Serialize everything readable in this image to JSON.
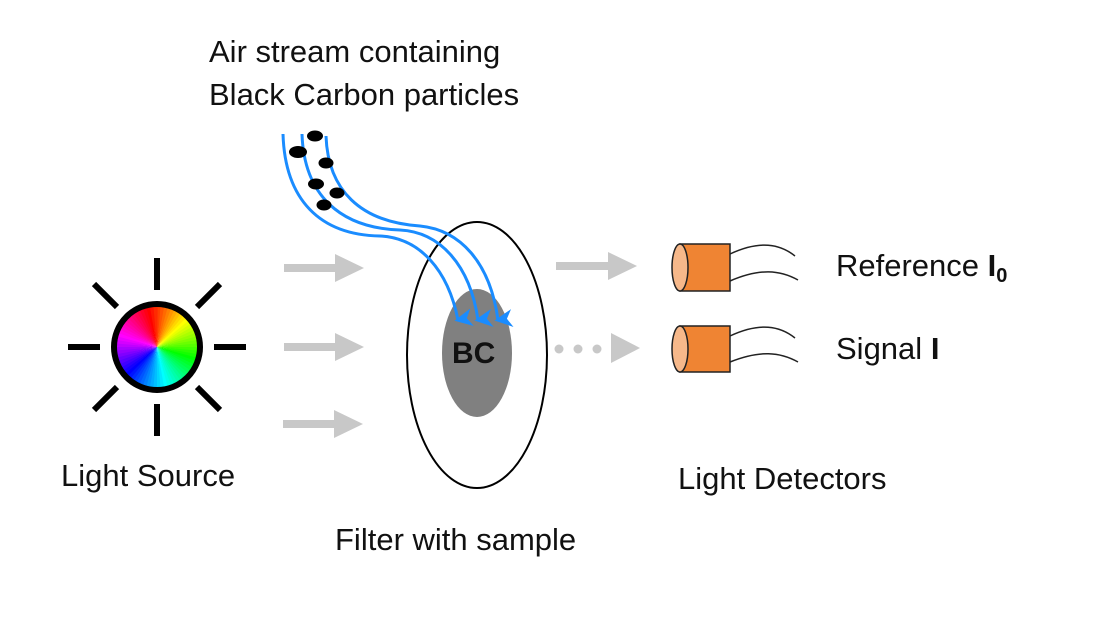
{
  "title_line1": "Air stream containing",
  "title_line2": "Black Carbon particles",
  "light_source_label": "Light Source",
  "filter_label": "Filter with sample",
  "bc_label": "BC",
  "detectors_label": "Light Detectors",
  "reference": {
    "text": "Reference",
    "symbol": "I",
    "subscript": "0"
  },
  "signal": {
    "text": "Signal",
    "symbol": "I"
  },
  "colors": {
    "air_stream": "#1a8cff",
    "particle": "#000000",
    "light_arrow": "#c8c8c8",
    "bc_spot": "#808080",
    "detector_body": "#ef8433",
    "detector_face": "#f6b88a",
    "outline": "#000000"
  }
}
